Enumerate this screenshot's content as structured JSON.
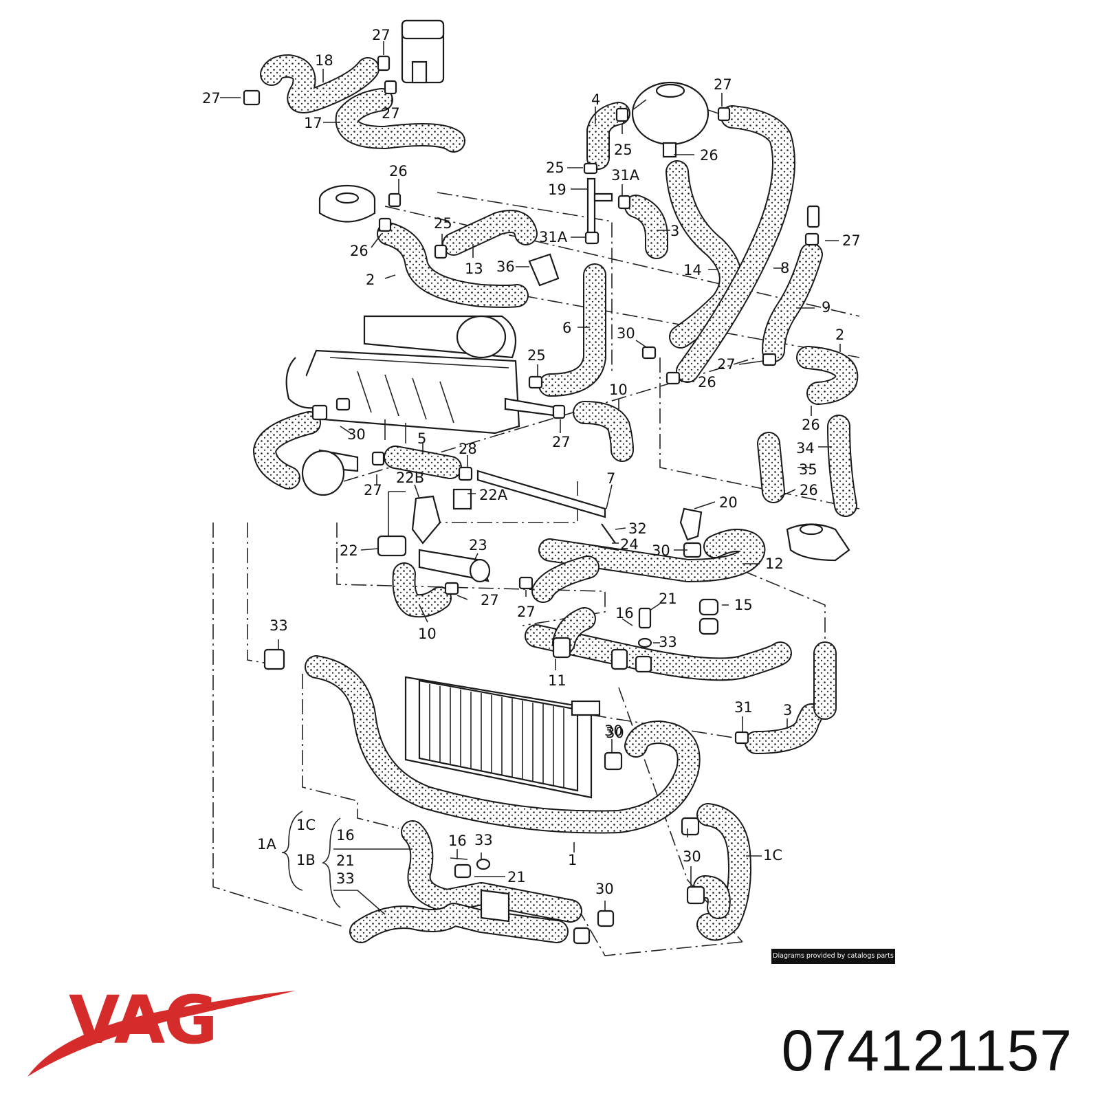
{
  "diagram": {
    "callouts": [
      "27",
      "18",
      "27",
      "17",
      "27",
      "4",
      "27",
      "25",
      "26",
      "25",
      "19",
      "31A",
      "26",
      "25",
      "3",
      "31A",
      "26",
      "13",
      "36",
      "27",
      "2",
      "14",
      "8",
      "9",
      "6",
      "30",
      "2",
      "25",
      "27",
      "26",
      "10",
      "30",
      "26",
      "5",
      "28",
      "34",
      "27",
      "35",
      "27",
      "22B",
      "22A",
      "7",
      "26",
      "20",
      "32",
      "24",
      "22",
      "30",
      "23",
      "12",
      "27",
      "27",
      "10",
      "16",
      "21",
      "15",
      "33",
      "11",
      "33",
      "31",
      "3",
      "30",
      "1C",
      "1A",
      "16",
      "16",
      "33",
      "1B",
      "21",
      "33",
      "21",
      "30",
      "1",
      "30",
      "1C",
      "30"
    ]
  },
  "credit": "Diagrams provided by catalogs parts",
  "brand": {
    "name": "VAG",
    "color": "#d52b2b"
  },
  "part_number": "074121157"
}
